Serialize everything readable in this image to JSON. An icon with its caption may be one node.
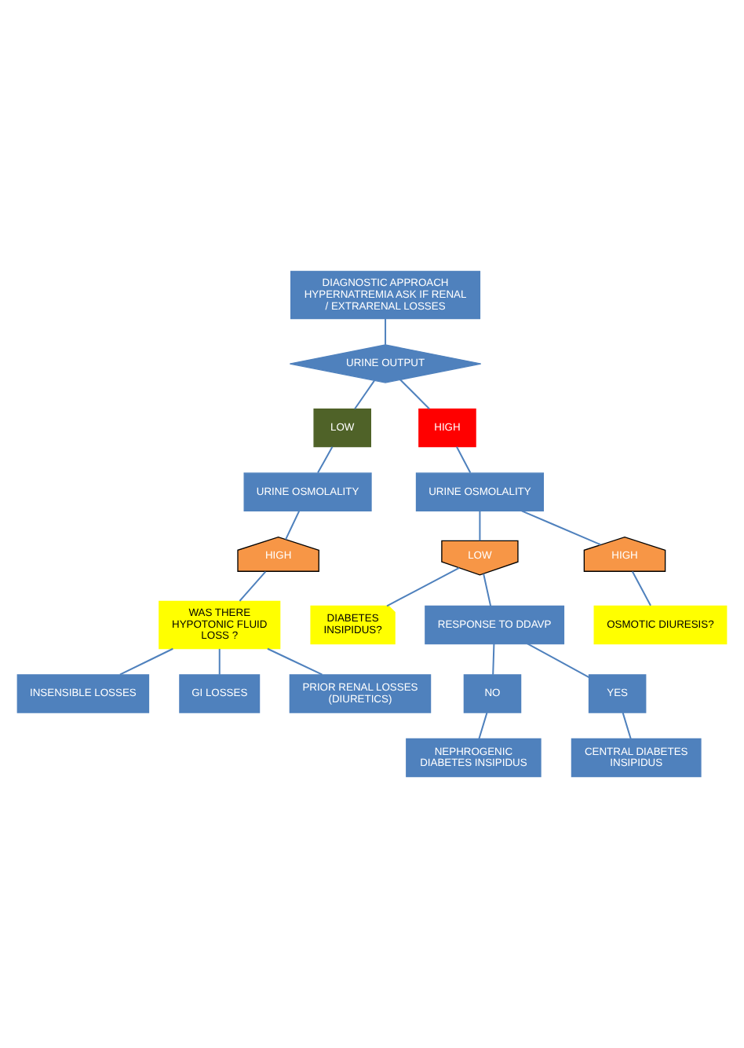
{
  "diagram": {
    "nodes": [
      {
        "text": [
          "DIAGNOSTIC APPROACH HYPERNATREMIA ASK IF RENAL / EXTRARENAL LOSSES"
        ]
      },
      {
        "text": [
          "URINE OUTPUT"
        ]
      },
      {
        "text": [
          "LOW"
        ]
      },
      {
        "text": [
          "HIGH"
        ]
      },
      {
        "text": [
          "URINE OSMOLALITY"
        ]
      },
      {
        "text": [
          "URINE OSMOLALITY"
        ]
      },
      {
        "text": [
          "HIGH"
        ]
      },
      {
        "text": [
          "WAS THERE HYPOTONIC FLUID LOSS ?"
        ]
      },
      {
        "text": [
          "INSENSIBLE LOSSES"
        ]
      },
      {
        "text": [
          "GI LOSSES"
        ]
      },
      {
        "text": [
          "PRIOR RENAL LOSSES (DIURETICS)"
        ]
      },
      {
        "text": [
          "LOW"
        ]
      },
      {
        "text": [
          "DIABETES INSIPIDUS?"
        ]
      },
      {
        "text": [
          "HIGH"
        ]
      },
      {
        "text": [
          "RESPONSE TO DDAVP"
        ]
      },
      {
        "text": [
          "OSMOTIC DIURESIS?"
        ]
      },
      {
        "text": [
          "NO"
        ]
      },
      {
        "text": [
          "YES"
        ]
      },
      {
        "text": [
          "NEPHROGENIC DIABETES INSIPIDUS"
        ]
      },
      {
        "text": [
          "CENTRAL DIABETES INSIPIDUS"
        ]
      }
    ],
    "edges": [
      {
        "from": 0,
        "to": 1,
        "arrow": "none"
      },
      {
        "from": 1,
        "to": 2,
        "arrow": "none"
      },
      {
        "from": 1,
        "to": 3,
        "arrow": "none"
      },
      {
        "from": 2,
        "to": 4,
        "arrow": "none"
      },
      {
        "from": 3,
        "to": 5,
        "arrow": "none"
      },
      {
        "from": 4,
        "to": 6,
        "arrow": "none"
      },
      {
        "from": 6,
        "to": 7,
        "arrow": "none"
      },
      {
        "from": 7,
        "to": 8,
        "arrow": "none"
      },
      {
        "from": 7,
        "to": 9,
        "arrow": "none"
      },
      {
        "from": 7,
        "to": 10,
        "arrow": "none"
      },
      {
        "from": 5,
        "to": 11,
        "arrow": "none"
      },
      {
        "from": 5,
        "to": 13,
        "arrow": "none"
      },
      {
        "from": 11,
        "to": 12,
        "arrow": "none"
      },
      {
        "from": 11,
        "to": 14,
        "arrow": "none"
      },
      {
        "from": 13,
        "to": 15,
        "arrow": "none"
      },
      {
        "from": 14,
        "to": 16,
        "arrow": "none"
      },
      {
        "from": 14,
        "to": 17,
        "arrow": "none"
      },
      {
        "from": 16,
        "to": 18,
        "arrow": "none"
      },
      {
        "from": 17,
        "to": 19,
        "arrow": "none"
      }
    ]
  }
}
